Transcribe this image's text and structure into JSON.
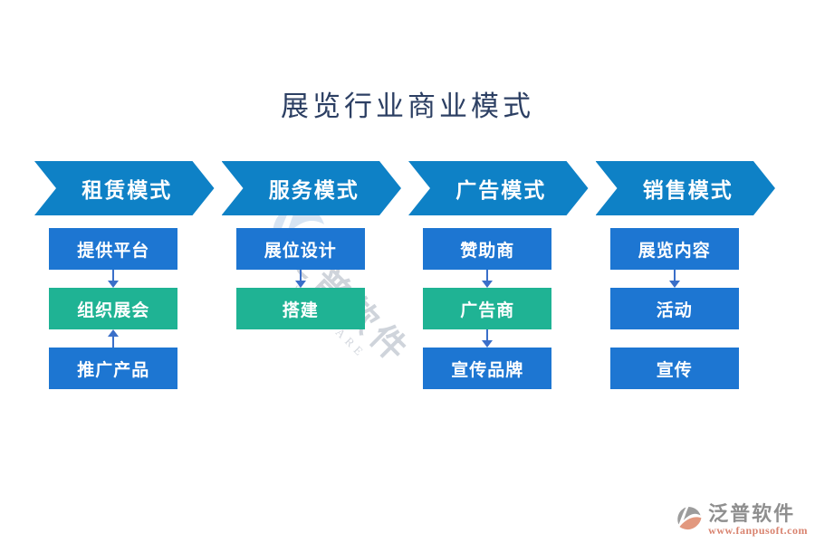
{
  "title": "展览行业商业模式",
  "colors": {
    "chevron-blue": "#0e81c6",
    "box-blue": "#1d76d2",
    "box-green": "#1fb394",
    "connector-blue": "#3a6fc9",
    "title-navy": "#2c3f63",
    "logo-gray": "#8f8f8f",
    "url-salmon": "#d9836f"
  },
  "columns": [
    {
      "header": "租赁模式",
      "boxes": [
        {
          "label": "提供平台",
          "variant": "blue"
        },
        {
          "label": "组织展会",
          "variant": "green"
        },
        {
          "label": "推广产品",
          "variant": "blue"
        }
      ],
      "connectors": [
        "down",
        "up"
      ]
    },
    {
      "header": "服务模式",
      "boxes": [
        {
          "label": "展位设计",
          "variant": "blue"
        },
        {
          "label": "搭建",
          "variant": "green"
        }
      ],
      "connectors": [
        "down"
      ]
    },
    {
      "header": "广告模式",
      "boxes": [
        {
          "label": "赞助商",
          "variant": "blue"
        },
        {
          "label": "广告商",
          "variant": "green"
        },
        {
          "label": "宣传品牌",
          "variant": "blue"
        }
      ],
      "connectors": [
        "down",
        "down"
      ]
    },
    {
      "header": "销售模式",
      "boxes": [
        {
          "label": "展览内容",
          "variant": "blue"
        },
        {
          "label": "活动",
          "variant": "blue"
        },
        {
          "label": "宣传",
          "variant": "blue"
        }
      ],
      "connectors": [
        "down",
        "none"
      ]
    }
  ],
  "watermark": {
    "text": "泛普软件",
    "subtext": "SOFTWARE"
  },
  "footer_logo": {
    "name": "泛普软件",
    "url": "www.fanpusoft.com"
  }
}
